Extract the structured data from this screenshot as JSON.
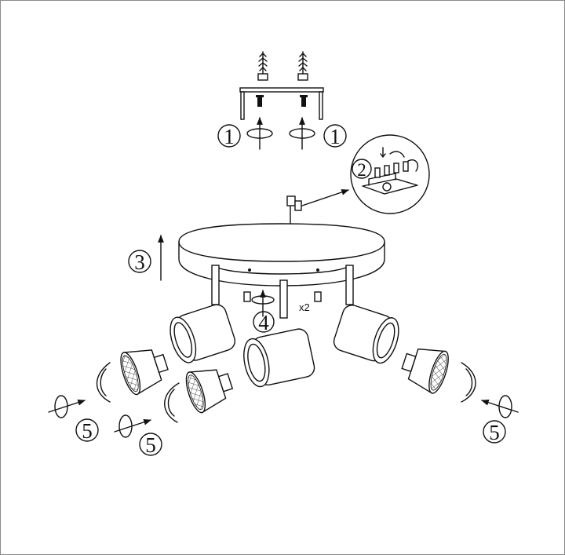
{
  "steps": {
    "mount_left": "1",
    "mount_right": "1",
    "wiring": "2",
    "lift": "3",
    "fix": "4",
    "fix_qty": "x2",
    "bulb_left_upper": "5",
    "bulb_left_lower": "5",
    "bulb_right": "5"
  },
  "colors": {
    "line": "#111111",
    "background": "#ffffff",
    "frame": "#8a8a8a"
  }
}
